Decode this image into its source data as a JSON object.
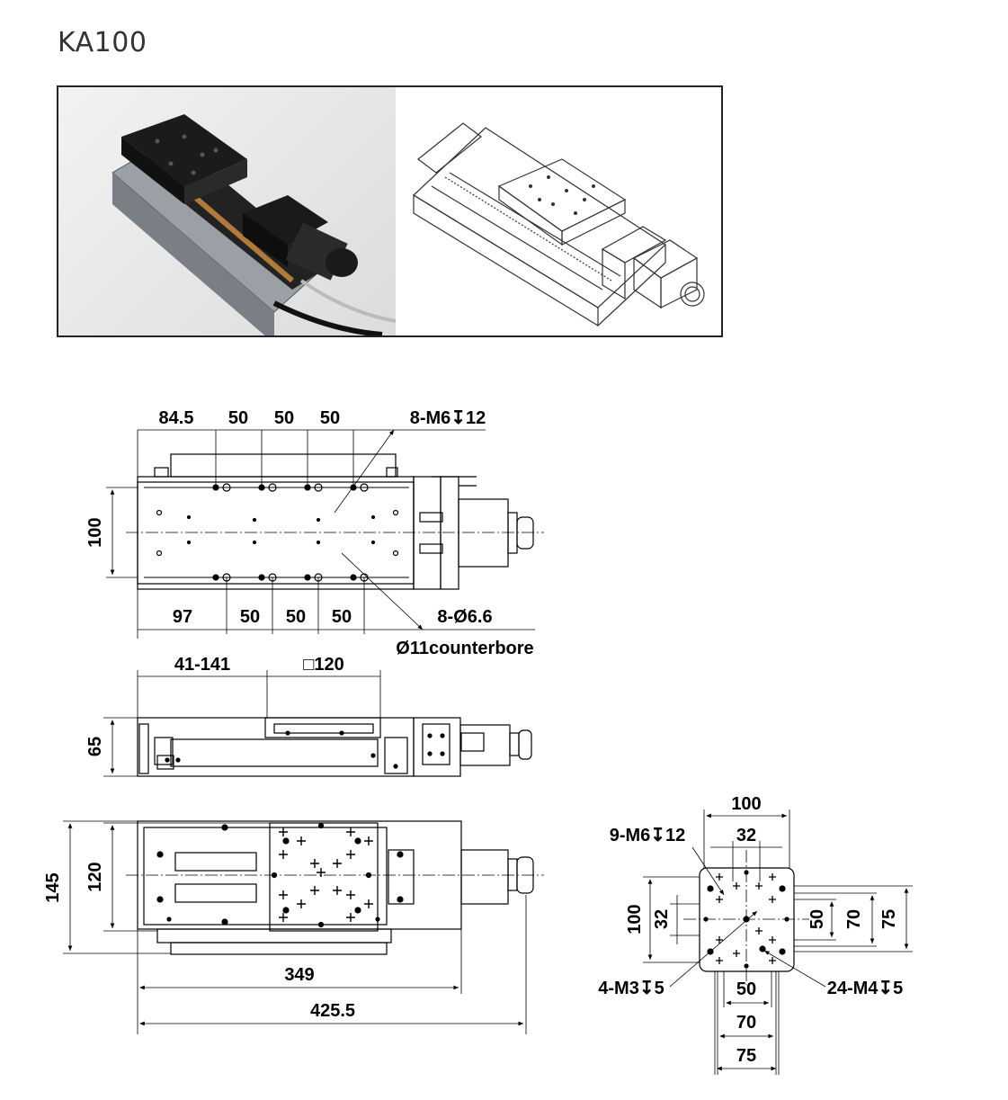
{
  "title": "KA100",
  "top_view": {
    "top_dims": [
      "84.5",
      "50",
      "50",
      "50"
    ],
    "top_callout": "8-M6↧12",
    "height_dim": "100",
    "bottom_dims": [
      "97",
      "50",
      "50",
      "50"
    ],
    "bottom_callout_line1": "8-Ø6.6",
    "bottom_callout_line2": "Ø11counterbore"
  },
  "side_view": {
    "travel_dim": "41-141",
    "table_dim": "□120",
    "height_dim": "65"
  },
  "bottom_view": {
    "outer_height": "145",
    "inner_height": "120",
    "body_length": "349",
    "total_length": "425.5"
  },
  "table_detail": {
    "width": "100",
    "inner_spacing": "32",
    "callout_top": "9-M6↧12",
    "left_outer": "100",
    "left_inner": "32",
    "right_50": "50",
    "right_70": "70",
    "right_75": "75",
    "callout_bottom_left": "4-M3↧5",
    "callout_bottom_right": "24-M4↧5",
    "bottom_50": "50",
    "bottom_70": "70",
    "bottom_75": "75"
  }
}
